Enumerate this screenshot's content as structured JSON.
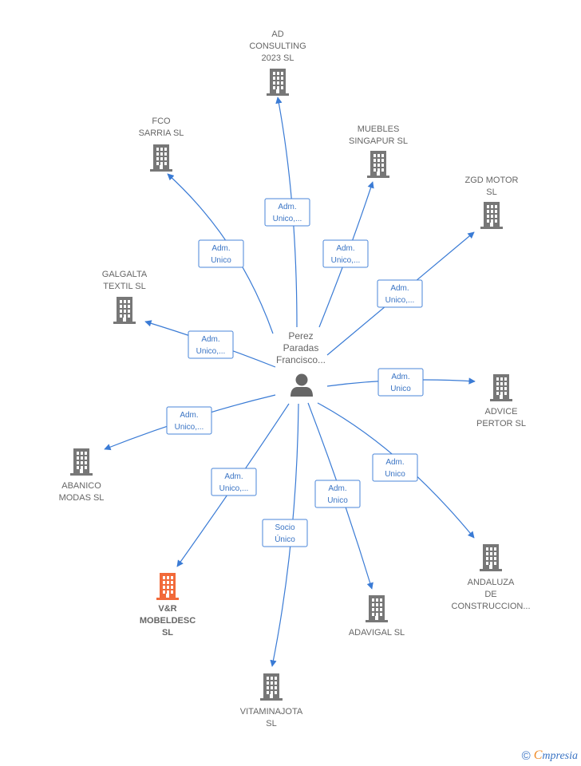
{
  "center": {
    "lines": [
      "Perez",
      "Paradas",
      "Francisco..."
    ],
    "icon": "person-icon"
  },
  "colors": {
    "edge": "#3a7bd5",
    "building": "#777777",
    "building_highlight": "#f26a3a",
    "label_box_border": "#4a86d8"
  },
  "nodes": [
    {
      "id": "ad-consulting",
      "lines": [
        "AD",
        "CONSULTING",
        "2023  SL"
      ],
      "highlight": false,
      "edge_label": [
        "Adm.",
        "Unico,..."
      ]
    },
    {
      "id": "fco-sarria",
      "lines": [
        "FCO",
        "SARRIA SL"
      ],
      "highlight": false,
      "edge_label": [
        "Adm.",
        "Unico"
      ]
    },
    {
      "id": "muebles-singapur",
      "lines": [
        "MUEBLES",
        "SINGAPUR  SL"
      ],
      "highlight": false,
      "edge_label": [
        "Adm.",
        "Unico,..."
      ]
    },
    {
      "id": "zgd-motor",
      "lines": [
        "ZGD MOTOR",
        "SL"
      ],
      "highlight": false,
      "edge_label": [
        "Adm.",
        "Unico,..."
      ]
    },
    {
      "id": "galgalta-textil",
      "lines": [
        "GALGALTA",
        "TEXTIL  SL"
      ],
      "highlight": false,
      "edge_label": [
        "Adm.",
        "Unico,..."
      ]
    },
    {
      "id": "advice-pertor",
      "lines": [
        "ADVICE",
        "PERTOR  SL"
      ],
      "highlight": false,
      "edge_label": [
        "Adm.",
        "Unico"
      ]
    },
    {
      "id": "abanico-modas",
      "lines": [
        "ABANICO",
        "MODAS  SL"
      ],
      "highlight": false,
      "edge_label": [
        "Adm.",
        "Unico,..."
      ]
    },
    {
      "id": "andaluza-construccion",
      "lines": [
        "ANDALUZA",
        "DE",
        "CONSTRUCCION..."
      ],
      "highlight": false,
      "edge_label": [
        "Adm.",
        "Unico"
      ]
    },
    {
      "id": "vr-mobeldesc",
      "lines": [
        "V&R",
        "MOBELDESC",
        "SL"
      ],
      "highlight": true,
      "edge_label": [
        "Adm.",
        "Unico,..."
      ]
    },
    {
      "id": "adavigal",
      "lines": [
        "ADAVIGAL SL"
      ],
      "highlight": false,
      "edge_label": [
        "Adm.",
        "Unico"
      ]
    },
    {
      "id": "vitaminajota",
      "lines": [
        "VITAMINAJOTA",
        "SL"
      ],
      "highlight": false,
      "edge_label": [
        "Socio",
        "Único"
      ]
    }
  ],
  "footer": {
    "copyright": "©",
    "brand_first": "C",
    "brand_rest": "mpresia"
  }
}
